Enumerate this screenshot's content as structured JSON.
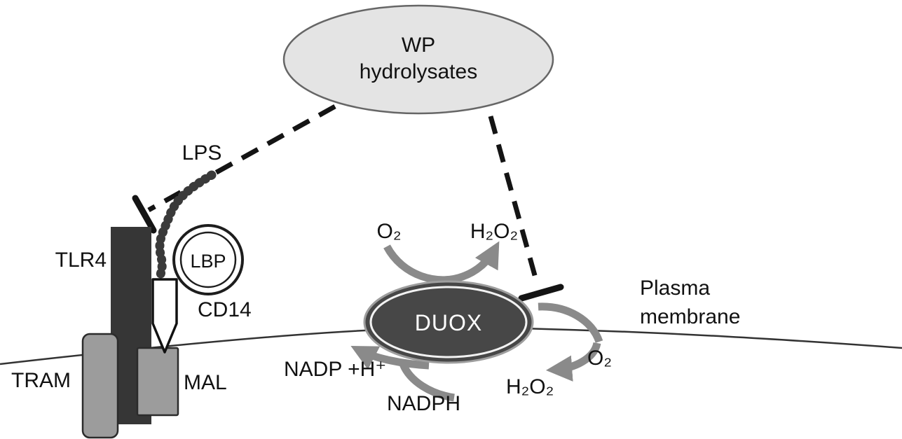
{
  "diagram": {
    "top_node": {
      "line1": "WP",
      "line2": "hydrolysates"
    },
    "labels": {
      "lps": "LPS",
      "tlr4": "TLR4",
      "lbp": "LBP",
      "cd14": "CD14",
      "tram": "TRAM",
      "mal": "MAL",
      "duox": "DUOX",
      "o2_top": "O₂",
      "h2o2_top": "H₂O₂",
      "nadp_h": "NADP +H⁺",
      "nadph": "NADPH",
      "h2o2_right": "H₂O₂",
      "o2_right": "O₂",
      "membrane_line1": "Plasma",
      "membrane_line2": "membrane"
    },
    "colors": {
      "node_fill": "#e4e4e4",
      "node_stroke": "#666666",
      "dark_receptor": "#363636",
      "gray_adapter": "#9c9c9c",
      "duox_fill": "#474747",
      "arrow_gray": "#8a8a8a",
      "inhibition_line": "#141414",
      "membrane_line": "#333333"
    }
  }
}
